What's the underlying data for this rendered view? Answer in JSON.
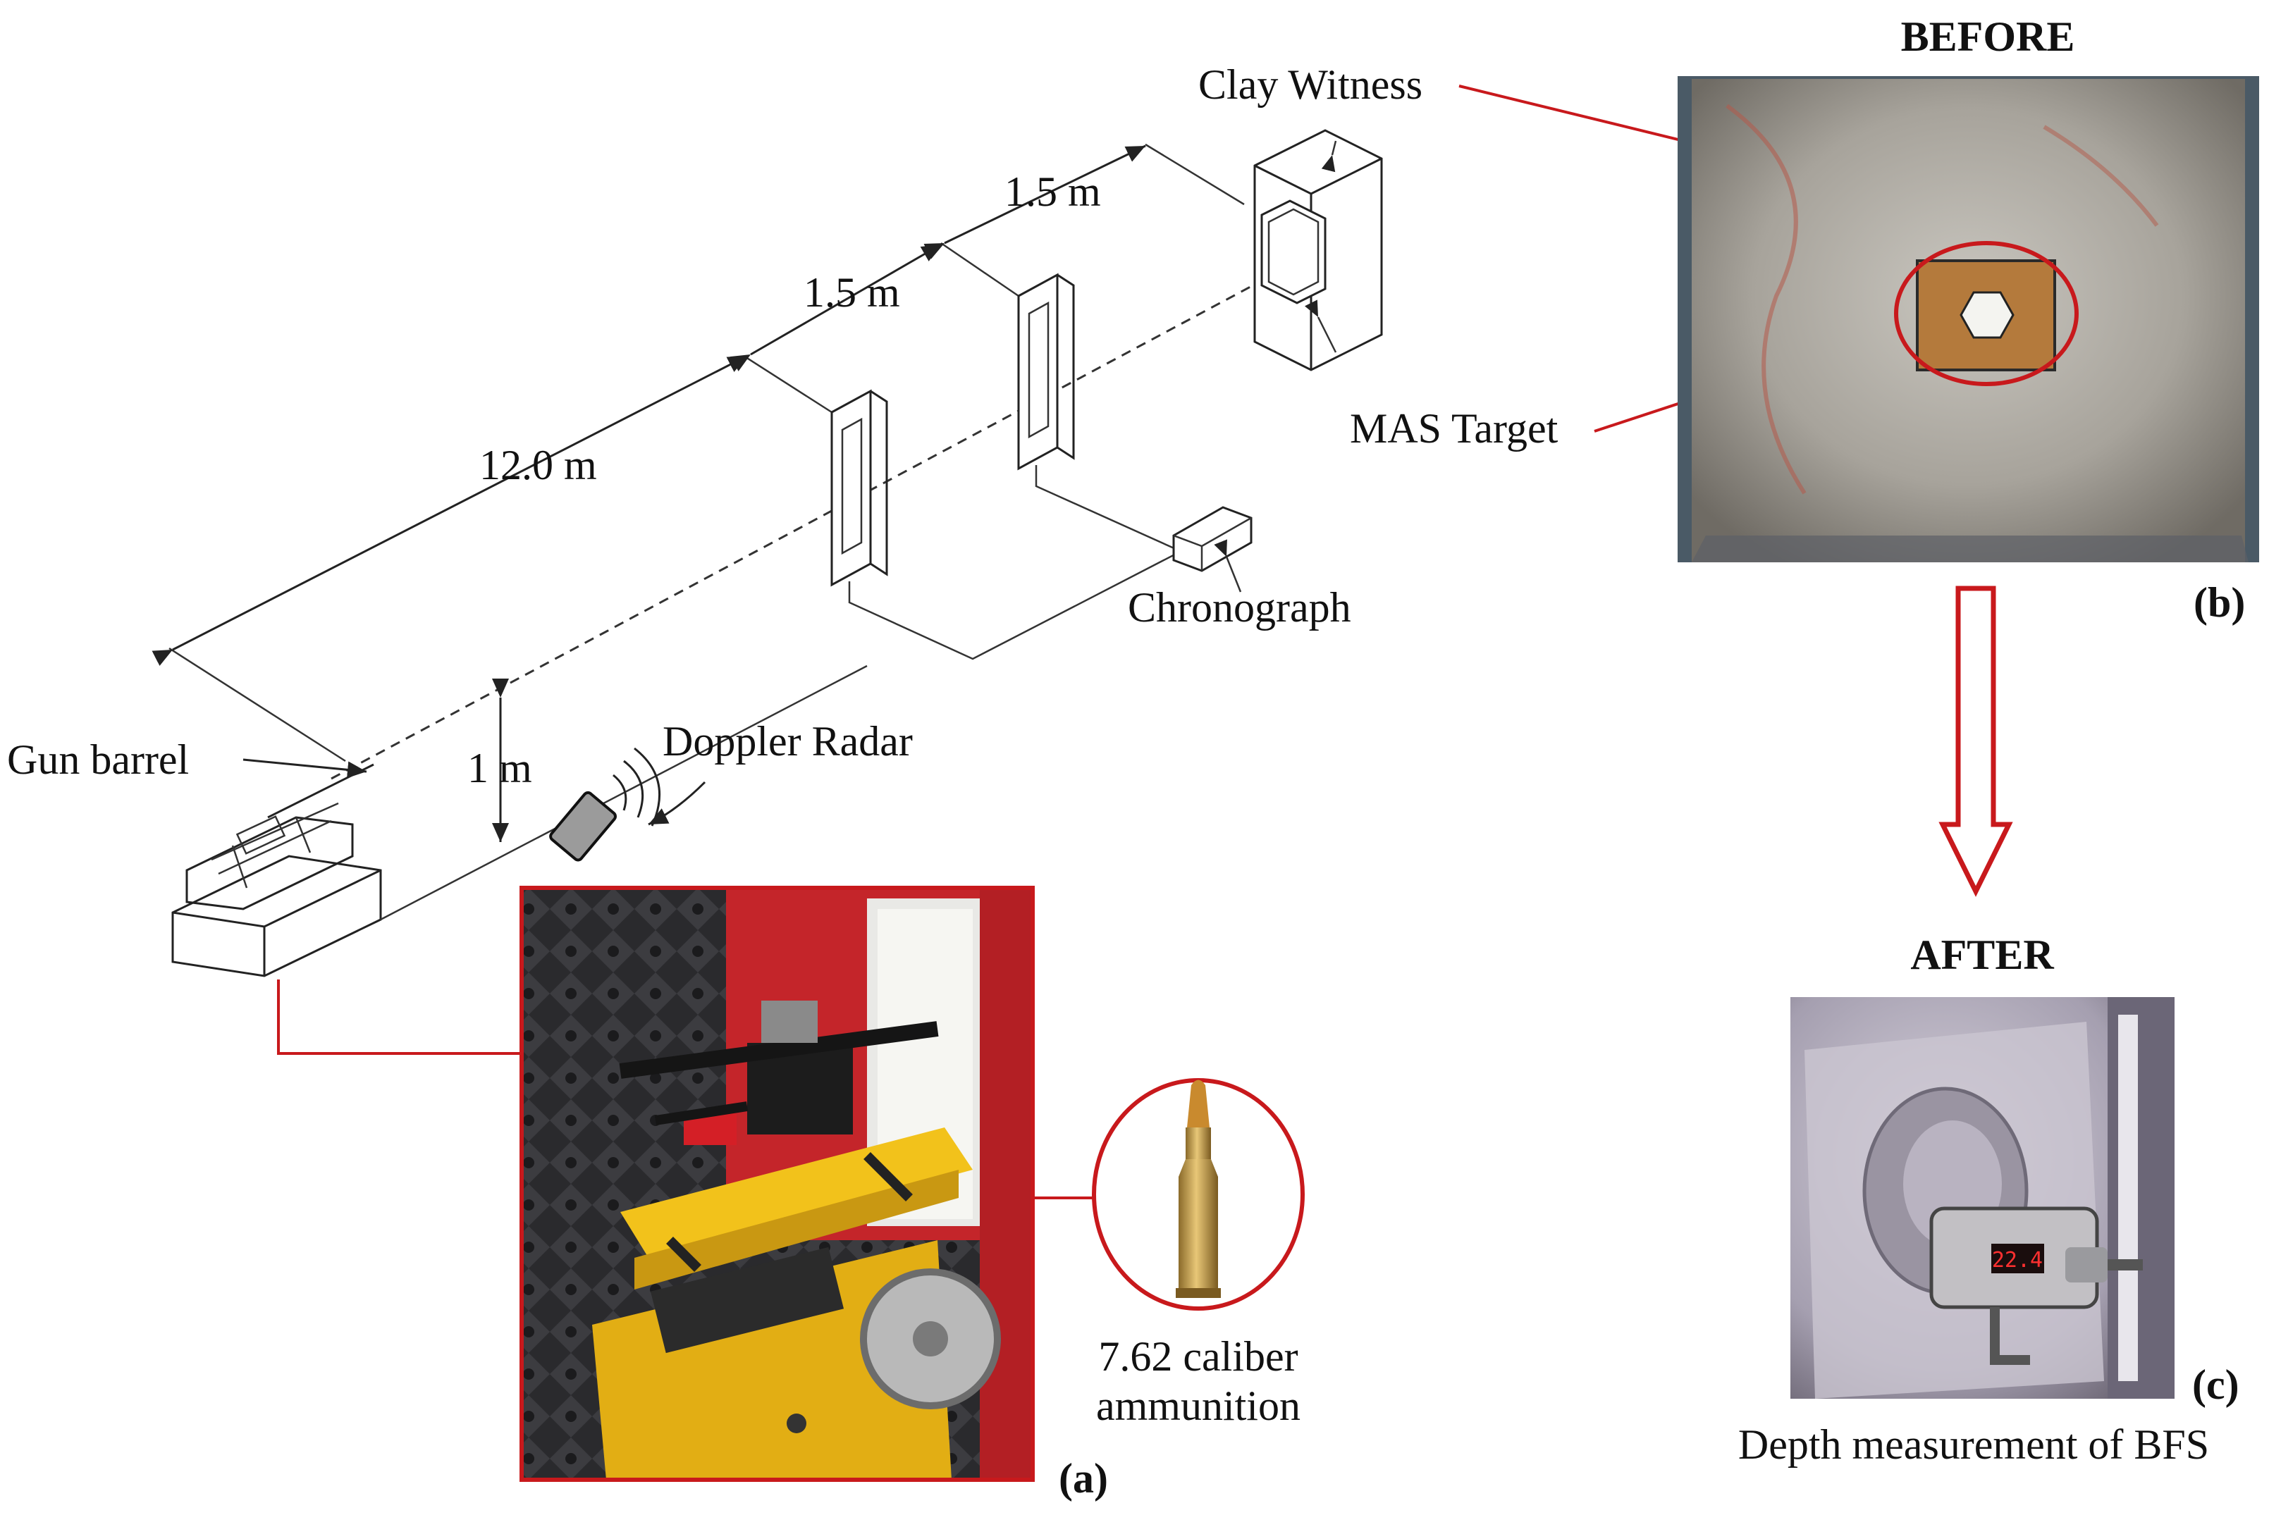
{
  "labels": {
    "clay_witness": "Clay Witness",
    "mas_target": "MAS Target",
    "chronograph": "Chronograph",
    "doppler_radar": "Doppler Radar",
    "gun_barrel": "Gun barrel",
    "dist_12": "12.0 m",
    "dist_15a": "1.5 m",
    "dist_15b": "1.5 m",
    "height_1": "1 m",
    "ammo_line1": "7.62 caliber",
    "ammo_line2": "ammunition",
    "before": "BEFORE",
    "after": "AFTER",
    "panel_a": "(a)",
    "panel_b": "(b)",
    "panel_c": "(c)",
    "bfs_caption": "Depth measurement of BFS",
    "gauge_readout": "22.4"
  },
  "colors": {
    "red_accent": "#c8191c",
    "clay": "#8d8a83",
    "mount_yellow": "#e5b21c",
    "foam": "#2b2b2e"
  }
}
